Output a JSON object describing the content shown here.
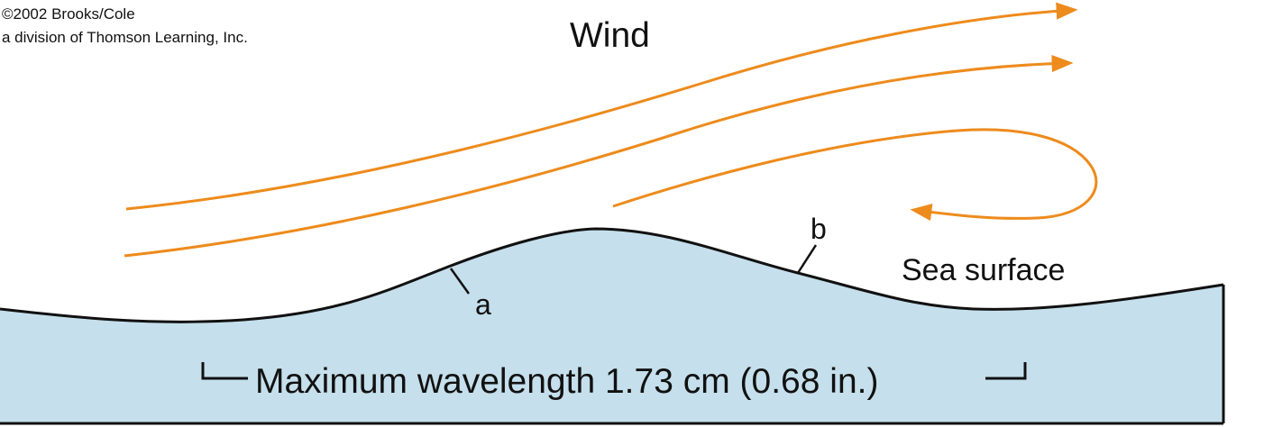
{
  "diagram": {
    "copyright_line1": "©2002 Brooks/Cole",
    "copyright_line2": "a division of Thomson Learning, Inc.",
    "wind_label": "Wind",
    "point_a_label": "a",
    "point_b_label": "b",
    "sea_surface_label": "Sea surface",
    "wavelength_label": "Maximum wavelength 1.73 cm (0.68 in.)"
  },
  "colors": {
    "wind_arrow": "#ED8B1C",
    "water_fill": "#C5DFEC",
    "outline": "#111111"
  },
  "icons": {
    "wind_arrows": "arrowhead-right",
    "return_arrow": "arrowhead-left"
  }
}
